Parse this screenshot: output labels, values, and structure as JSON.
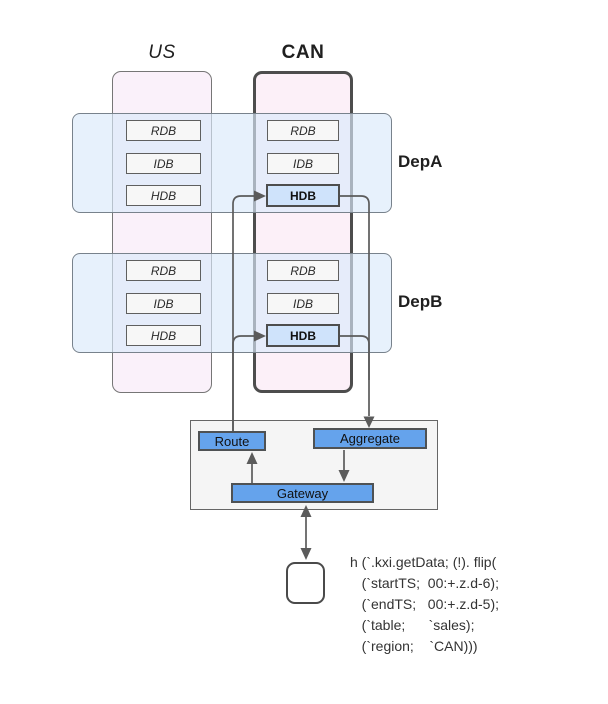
{
  "regions": {
    "us": {
      "label": "US"
    },
    "can": {
      "label": "CAN"
    }
  },
  "departments": [
    {
      "label": "DepA",
      "rows": [
        "RDB",
        "IDB",
        "HDB"
      ]
    },
    {
      "label": "DepB",
      "rows": [
        "RDB",
        "IDB",
        "HDB"
      ]
    }
  ],
  "middleware": {
    "route": "Route",
    "aggregate": "Aggregate",
    "gateway": "Gateway"
  },
  "code": {
    "lines": [
      "h (`.kxi.getData; (!). flip(",
      "   (`startTS;  00:+.z.d-6);",
      "   (`endTS;   00:+.z.d-5);",
      "   (`table;      `sales);",
      "   (`region;    `CAN)))"
    ]
  },
  "colors": {
    "process_blue": "#65a3ec",
    "hdb_fill": "#cfe3fb",
    "band_fill": "rgba(218,233,250,0.65)",
    "us_column_fill": "#faf1fa",
    "can_column_fill": "#fcf0f8",
    "cell_fill": "#f7f7f7",
    "container_fill": "#f5f5f5",
    "border_dark": "#4d4d4d",
    "connector_gray": "#5b5b5b"
  }
}
